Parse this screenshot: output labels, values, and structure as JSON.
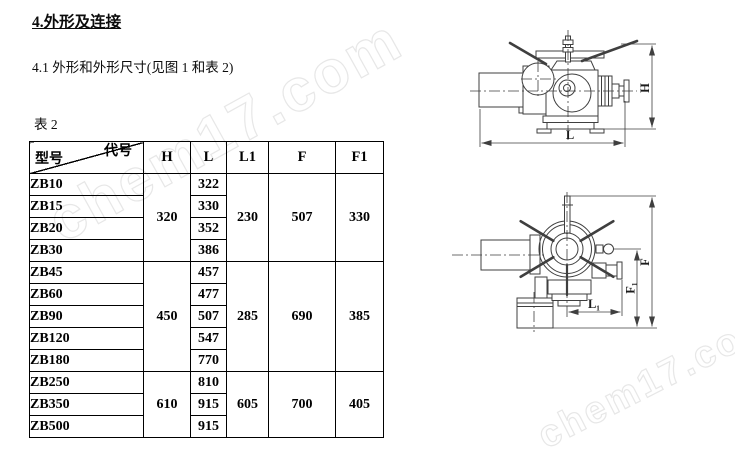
{
  "page": {
    "section_title": "4.外形及连接",
    "subsection": "4.1 外形和外形尺寸(见图 1 和表 2)",
    "table_caption": "表 2"
  },
  "table": {
    "corner": {
      "row_label": "型号",
      "col_label": "代号"
    },
    "columns": [
      "H",
      "L",
      "L1",
      "F",
      "F1"
    ],
    "groups": [
      {
        "H": "320",
        "L1": "230",
        "F": "507",
        "F1": "330",
        "highlight": false,
        "rows": [
          {
            "model": "ZB10",
            "L": "322",
            "red": false
          },
          {
            "model": "ZB15",
            "L": "330",
            "red": false
          },
          {
            "model": "ZB20",
            "L": "352",
            "red": false
          },
          {
            "model": "ZB30",
            "L": "386",
            "red": false
          }
        ]
      },
      {
        "H": "450",
        "L1": "285",
        "F": "690",
        "F1": "385",
        "highlight": true,
        "rows": [
          {
            "model": "ZB45",
            "L": "457",
            "red": false
          },
          {
            "model": "ZB60",
            "L": "477",
            "red": true
          },
          {
            "model": "ZB90",
            "L": "507",
            "red": true
          },
          {
            "model": "ZB120",
            "L": "547",
            "red": false
          },
          {
            "model": "ZB180",
            "L": "770",
            "red": false
          }
        ]
      },
      {
        "H": "610",
        "L1": "605",
        "F": "700",
        "F1": "405",
        "highlight": false,
        "rows": [
          {
            "model": "ZB250",
            "L": "810",
            "red": false
          },
          {
            "model": "ZB350",
            "L": "915",
            "red": false
          },
          {
            "model": "ZB500",
            "L": "915",
            "red": false
          }
        ]
      }
    ]
  },
  "drawings": {
    "side_view": {
      "labels": {
        "H": "H",
        "L": "L"
      }
    },
    "front_view": {
      "labels": {
        "F": "F",
        "F1": "F₁",
        "L1": "L₁"
      }
    }
  },
  "watermark": {
    "text": "chem17.com"
  },
  "colors": {
    "highlight_red": "#ee0000",
    "line": "#3f3f3f",
    "watermark": "#e7e7e7"
  }
}
